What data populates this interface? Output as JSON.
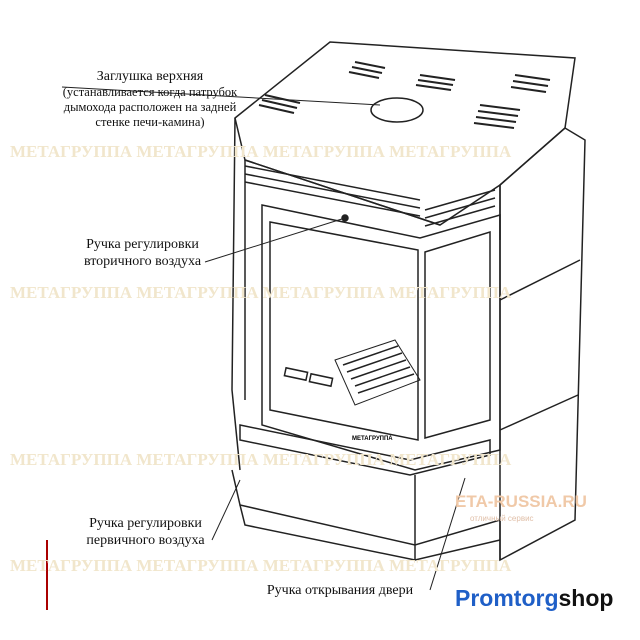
{
  "watermark": {
    "text": "МЕТАГРУППА МЕТАГРУППА МЕТАГРУППА МЕТАГРУППА",
    "site": "ETA-RUSSIA.RU",
    "site_tagline": "отличный сервис"
  },
  "labels": {
    "top_cap": {
      "title": "Заглушка верхняя",
      "note_1": "(устанавливается когда патрубок",
      "note_2": "дымохода расположен на задней",
      "note_3": "стенке печи-камина)"
    },
    "secondary_air": {
      "line1": "Ручка регулировки",
      "line2": "вторичного воздуха"
    },
    "primary_air": {
      "line1": "Ручка регулировки",
      "line2": "первичного воздуха"
    },
    "door_handle": {
      "line1": "Ручка открывания двери"
    }
  },
  "stove_brand": "МЕТАГРУППА",
  "logo": {
    "part1": "Promtorg",
    "part2": "shop",
    "accent": "#1f5fc7"
  }
}
